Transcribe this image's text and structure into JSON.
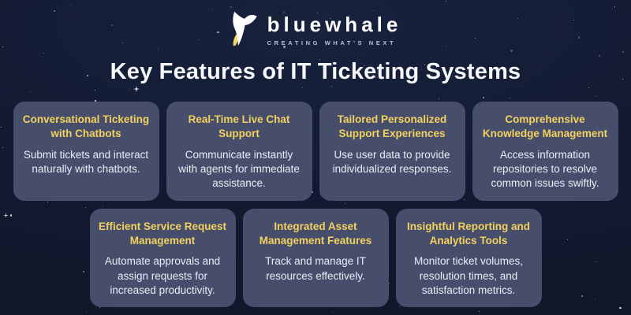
{
  "brand": {
    "name": "bluewhale",
    "tagline": "CREATING WHAT'S NEXT",
    "logo_icon": "whale-tail-icon"
  },
  "title": "Key Features of IT Ticketing Systems",
  "colors": {
    "background": "#121a31",
    "card_background": "#474e6c",
    "card_heading": "#f2d15e",
    "card_body_text": "#e9ecf5",
    "title_text": "#f6f7fb",
    "logo_accent": "#f7d964",
    "star": "#ffffff"
  },
  "features": [
    {
      "title": "Conversational Ticketing with Chatbots",
      "description": "Submit tickets and interact naturally with chatbots."
    },
    {
      "title": "Real-Time Live Chat Support",
      "description": "Communicate instantly with agents for immediate assistance."
    },
    {
      "title": "Tailored Personalized Support Experiences",
      "description": "Use user data to provide individualized responses."
    },
    {
      "title": "Comprehensive Knowledge Management",
      "description": "Access information repositories to resolve common issues swiftly."
    },
    {
      "title": "Efficient Service Request Management",
      "description": "Automate approvals and assign requests for increased productivity."
    },
    {
      "title": "Integrated Asset Management Features",
      "description": "Track and manage IT resources effectively."
    },
    {
      "title": "Insightful Reporting and Analytics Tools",
      "description": "Monitor ticket volumes, resolution times, and satisfaction metrics."
    }
  ]
}
